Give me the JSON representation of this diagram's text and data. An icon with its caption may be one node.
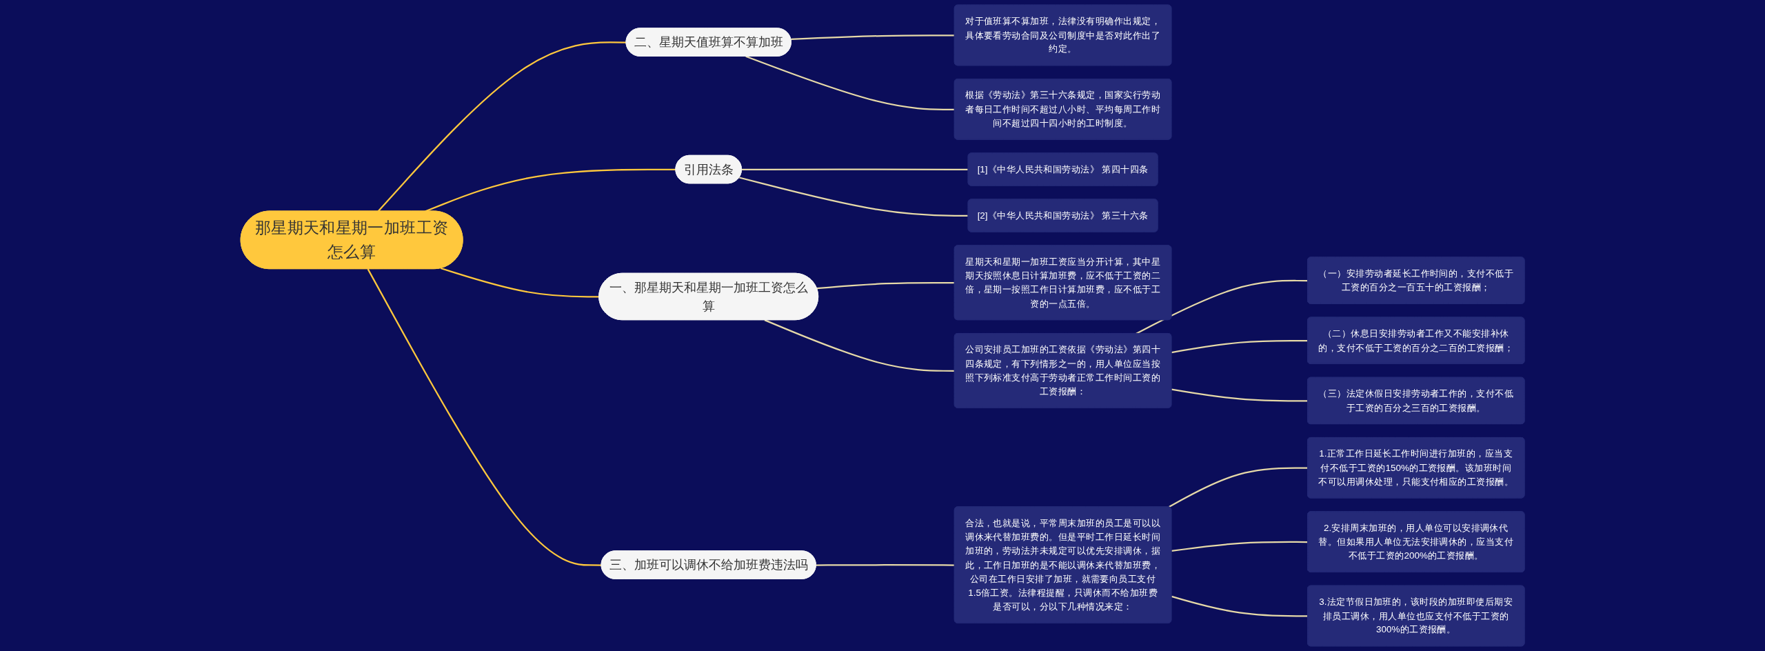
{
  "diagram": {
    "nodes": [
      {
        "text": [
          "那星期天和星期一加班工资怎么算"
        ]
      },
      {
        "text": [
          "一、那星期天和星期一加班工资怎么算"
        ]
      },
      {
        "text": [
          "星期天和星期一加班工资应当分开计算，其中星期天按照休息日计算加班费，应不低于工资的二倍，星期一按照工作日计算加班费，应不低于工资的一点五倍。"
        ]
      },
      {
        "text": [
          "公司安排员工加班的工资依据《劳动法》第四十四条规定，有下列情形之一的，用人单位应当按照下列标准支付高于劳动者正常工作时间工资的工资报酬："
        ]
      },
      {
        "text": [
          "（一）安排劳动者延长工作时间的，支付不低于工资的百分之一百五十的工资报酬；"
        ]
      },
      {
        "text": [
          "（二）休息日安排劳动者工作又不能安排补休的，支付不低于工资的百分之二百的工资报酬；"
        ]
      },
      {
        "text": [
          "（三）法定休假日安排劳动者工作的，支付不低于工资的百分之三百的工资报酬。"
        ]
      },
      {
        "text": [
          "二、星期天值班算不算加班"
        ]
      },
      {
        "text": [
          "对于值班算不算加班，法律没有明确作出规定，具体要看劳动合同及公司制度中是否对此作出了约定。"
        ]
      },
      {
        "text": [
          "根据《劳动法》第三十六条规定，国家实行劳动者每日工作时间不超过八小时、平均每周工作时间不超过四十四小时的工时制度。"
        ]
      },
      {
        "text": [
          "引用法条"
        ]
      },
      {
        "text": [
          "[1]《中华人民共和国劳动法》 第四十四条"
        ]
      },
      {
        "text": [
          "[2]《中华人民共和国劳动法》 第三十六条"
        ]
      },
      {
        "text": [
          "三、加班可以调休不给加班费违法吗"
        ]
      },
      {
        "text": [
          "合法，也就是说，平常周末加班的员工是可以以调休来代替加班费的。但是平时工作日延长时间加班的，劳动法并未规定可以优先安排调休，据此，工作日加班的是不能以调休来代替加班费，公司在工作日安排了加班，就需要向员工支付1.5倍工资。法律程提醒，只调休而不给加班费是否可以，分以下几种情况来定："
        ]
      },
      {
        "text": [
          "1.正常工作日延长工作时间进行加班的，应当支付不低于工资的150%的工资报酬。该加班时间不可以用调休处理，只能支付相应的工资报酬。"
        ]
      },
      {
        "text": [
          "2.安排周末加班的，用人单位可以安排调休代替。但如果用人单位无法安排调休的，应当支付不低于工资的200%的工资报酬。"
        ]
      },
      {
        "text": [
          "3.法定节假日加班的，该时段的加班即使后期安排员工调休，用人单位也应支付不低于工资的300%的工资报酬。"
        ]
      }
    ],
    "edges": [
      {
        "from": 0,
        "to": 1,
        "arrow": "none",
        "color": "#ffc83d"
      },
      {
        "from": 1,
        "to": 2,
        "arrow": "none"
      },
      {
        "from": 1,
        "to": 3,
        "arrow": "none"
      },
      {
        "from": 3,
        "to": 4,
        "arrow": "none"
      },
      {
        "from": 3,
        "to": 5,
        "arrow": "none"
      },
      {
        "from": 3,
        "to": 6,
        "arrow": "none"
      },
      {
        "from": 0,
        "to": 7,
        "arrow": "none",
        "color": "#ffc83d"
      },
      {
        "from": 7,
        "to": 8,
        "arrow": "none"
      },
      {
        "from": 7,
        "to": 9,
        "arrow": "none"
      },
      {
        "from": 0,
        "to": 10,
        "arrow": "none",
        "color": "#ffc83d"
      },
      {
        "from": 10,
        "to": 11,
        "arrow": "none"
      },
      {
        "from": 10,
        "to": 12,
        "arrow": "none"
      },
      {
        "from": 0,
        "to": 13,
        "arrow": "none",
        "color": "#ffc83d"
      },
      {
        "from": 13,
        "to": 14,
        "arrow": "none"
      },
      {
        "from": 14,
        "to": 15,
        "arrow": "none"
      },
      {
        "from": 14,
        "to": 16,
        "arrow": "none"
      },
      {
        "from": 14,
        "to": 17,
        "arrow": "none"
      }
    ]
  }
}
